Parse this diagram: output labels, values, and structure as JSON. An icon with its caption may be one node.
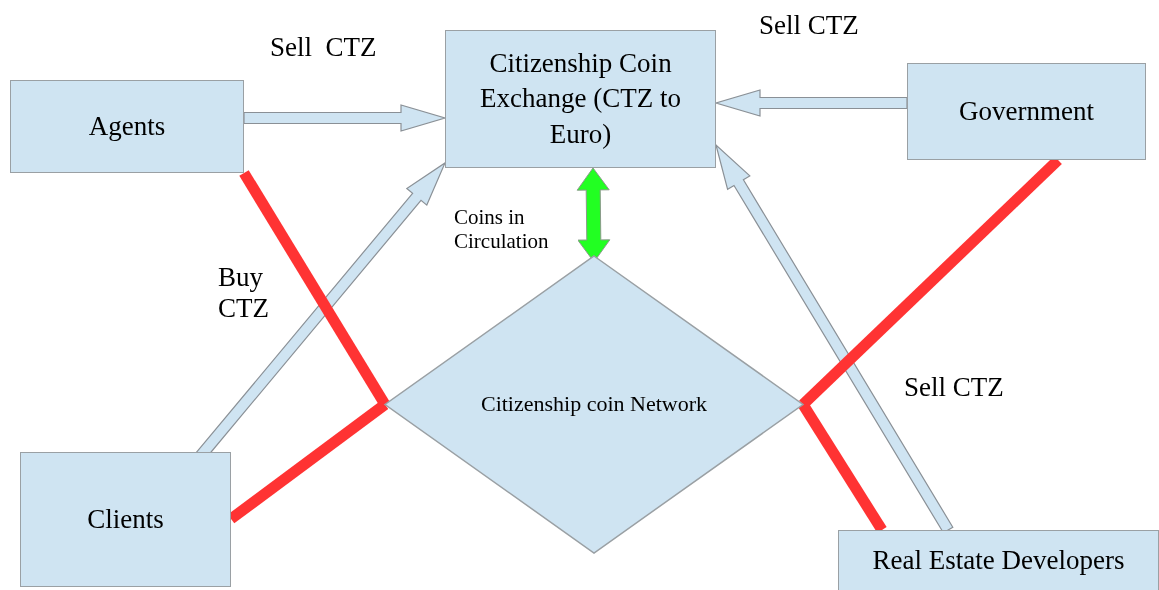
{
  "diagram": {
    "nodes": [
      {
        "text": [
          "Agents"
        ]
      },
      {
        "text": [
          "Citizenship Coin Exchange (CTZ to Euro)"
        ]
      },
      {
        "text": [
          "Government"
        ]
      },
      {
        "text": [
          "Citizenship coin Network"
        ]
      },
      {
        "text": [
          "Clients"
        ]
      },
      {
        "text": [
          "Real Estate Developers"
        ]
      }
    ],
    "edges": [
      {
        "from": 0,
        "to": 1,
        "arrow": "to",
        "label": "Sell  CTZ"
      },
      {
        "from": 2,
        "to": 1,
        "arrow": "to",
        "label": "Sell CTZ"
      },
      {
        "from": 4,
        "to": 1,
        "arrow": "to",
        "label": "Buy CTZ"
      },
      {
        "from": 5,
        "to": 1,
        "arrow": "to",
        "label": "Sell CTZ"
      },
      {
        "from": 1,
        "to": 3,
        "arrow": "both",
        "label": "Coins in Circulation",
        "color": "#22ff22"
      },
      {
        "from": 0,
        "to": 3,
        "arrow": "none",
        "color": "#ff3333"
      },
      {
        "from": 4,
        "to": 3,
        "arrow": "none",
        "color": "#ff3333"
      },
      {
        "from": 2,
        "to": 3,
        "arrow": "none",
        "color": "#ff3333"
      },
      {
        "from": 5,
        "to": 3,
        "arrow": "none",
        "color": "#ff3333"
      }
    ]
  }
}
